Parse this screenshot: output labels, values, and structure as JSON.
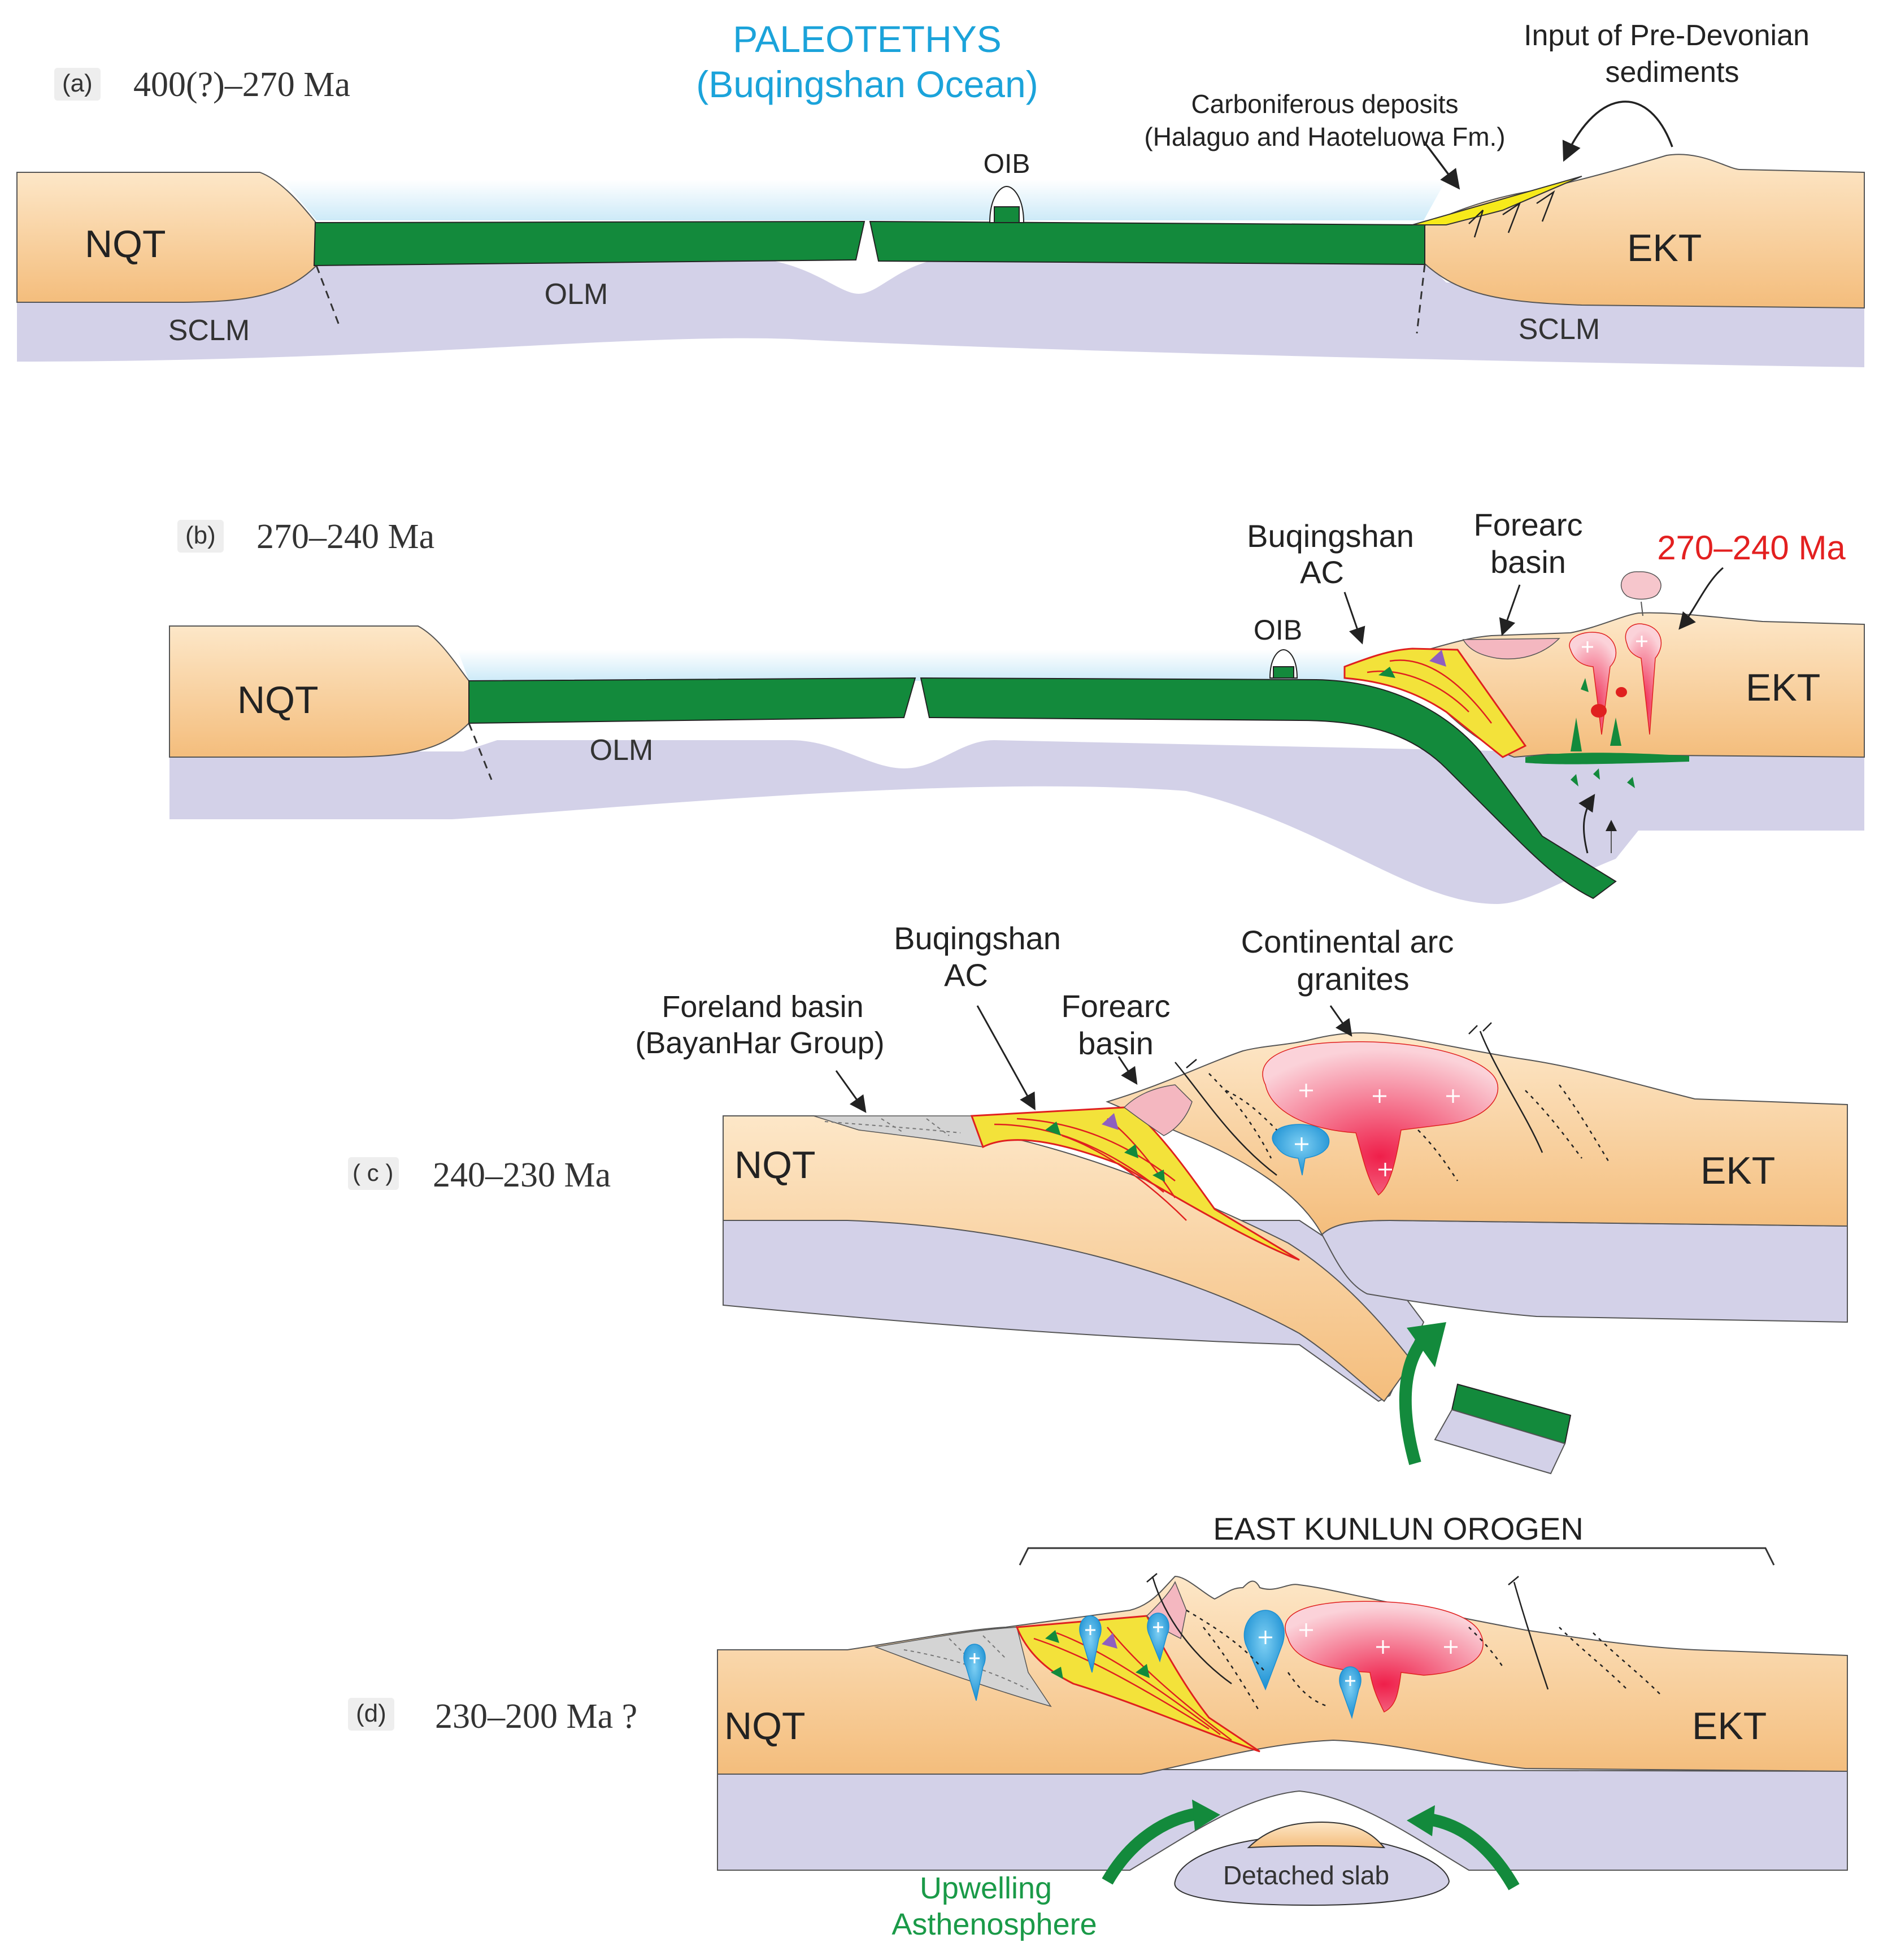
{
  "colors": {
    "crust": "#f5c48a",
    "crust_light": "#fbe2c1",
    "mantle": "#d3d1e8",
    "ocean_slab": "#138a3c",
    "sea": "#d9f0fb",
    "accretion": "#f3e23a",
    "accretion_lines": "#e0201f",
    "granite": "#f2486b",
    "mafic_blob": "#2aa1de",
    "sediment_yellow": "#f7ea1a",
    "foreland_grey": "#d4d4d4",
    "forearc_pink": "#f4b7c0",
    "title_blue": "#1ba3da",
    "red_label": "#e32020",
    "green_label": "#1a9a48"
  },
  "panel_a": {
    "tag": "(a)",
    "age": "400(?)–270 Ma",
    "title_line1": "PALEOTETHYS",
    "title_line2": "(Buqingshan Ocean)",
    "oib": "OIB",
    "nqt": "NQT",
    "ekt": "EKT",
    "olm": "OLM",
    "sclm_left": "SCLM",
    "sclm_right": "SCLM",
    "carbon_line1": "Carboniferous deposits",
    "carbon_line2": "(Halaguo and Haoteluowa Fm.)",
    "input_line1": "Input of Pre-Devonian",
    "input_line2": "sediments"
  },
  "panel_b": {
    "tag": "(b)",
    "age": "270–240 Ma",
    "nqt": "NQT",
    "ekt": "EKT",
    "olm": "OLM",
    "oib": "OIB",
    "ac_line1": "Buqingshan",
    "ac_line2": "AC",
    "forearc_line1": "Forearc",
    "forearc_line2": "basin",
    "magma_age": "270–240 Ma"
  },
  "panel_c": {
    "tag": "( c )",
    "age": "240–230 Ma",
    "nqt": "NQT",
    "ekt": "EKT",
    "foreland_line1": "Foreland basin",
    "foreland_line2": "(BayanHar Group)",
    "ac_line1": "Buqingshan",
    "ac_line2": "AC",
    "forearc_line1": "Forearc",
    "forearc_line2": "basin",
    "granite_line1": "Continental arc",
    "granite_line2": "granites"
  },
  "panel_d": {
    "tag": "(d)",
    "age": "230–200 Ma ?",
    "nqt": "NQT",
    "ekt": "EKT",
    "orogen": "EAST KUNLUN OROGEN",
    "slab": "Detached slab",
    "upwell_line1": "Upwelling",
    "upwell_line2": "Asthenosphere"
  }
}
